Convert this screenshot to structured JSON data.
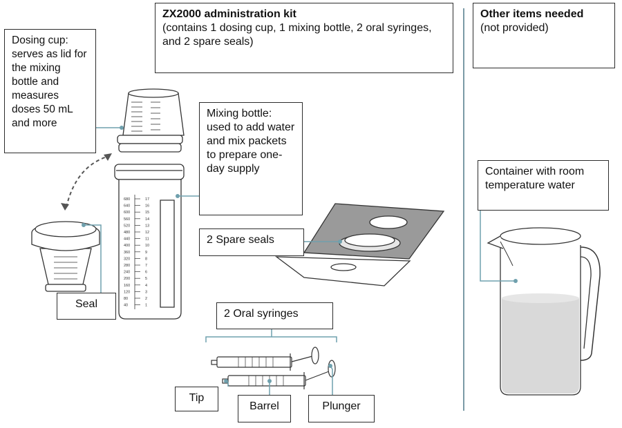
{
  "kit": {
    "title": "ZX2000 administration kit",
    "subtitle": "(contains 1 dosing cup, 1 mixing bottle, 2 oral syringes, and 2 spare seals)"
  },
  "other": {
    "title": "Other items needed",
    "subtitle": "(not provided)"
  },
  "labels": {
    "dosing_cup": "Dosing cup: serves as lid for the mixing bottle and measures doses 50 mL and more",
    "mixing_bottle": "Mixing bottle: used to add water and mix packets to prepare one-day supply",
    "spare_seals": "2 Spare seals",
    "seal": "Seal",
    "oral_syringes": "2 Oral syringes",
    "tip": "Tip",
    "barrel": "Barrel",
    "plunger": "Plunger",
    "container": "Container with room temperature water"
  },
  "bottle_scale_left": [
    "680",
    "640",
    "600",
    "560",
    "520",
    "480",
    "440",
    "400",
    "360",
    "320",
    "280",
    "240",
    "200",
    "160",
    "120",
    "80",
    "40"
  ],
  "bottle_scale_right": [
    "17",
    "16",
    "15",
    "14",
    "13",
    "12",
    "11",
    "10",
    "9",
    "8",
    "7",
    "6",
    "5",
    "4",
    "3",
    "2",
    "1"
  ],
  "colors": {
    "leader": "#6fa0ad",
    "outline": "#333333",
    "divider": "#7a9aa6",
    "water": "#d9d9d9"
  }
}
